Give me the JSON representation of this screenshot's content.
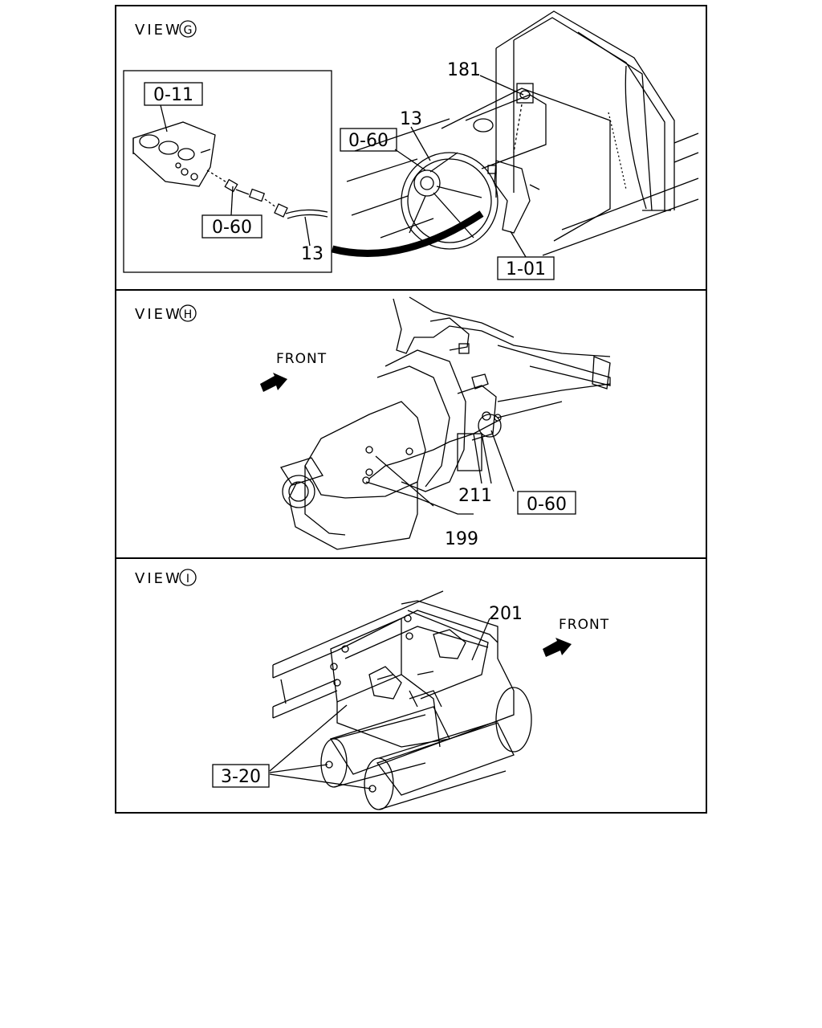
{
  "panels": [
    {
      "view_word": "VIEW",
      "view_letter": "G",
      "labels": {
        "l181": "181",
        "l13_top": "13",
        "l060_main": "0-60",
        "l101": "1-01",
        "l011": "0-11",
        "l060_inset": "0-60",
        "l13_inset": "13"
      }
    },
    {
      "view_word": "VIEW",
      "view_letter": "H",
      "front": "FRONT",
      "labels": {
        "l211": "211",
        "l199": "199",
        "l060": "0-60"
      }
    },
    {
      "view_word": "VIEW",
      "view_letter": "I",
      "front": "FRONT",
      "labels": {
        "l201": "201",
        "l320": "3-20"
      }
    }
  ]
}
